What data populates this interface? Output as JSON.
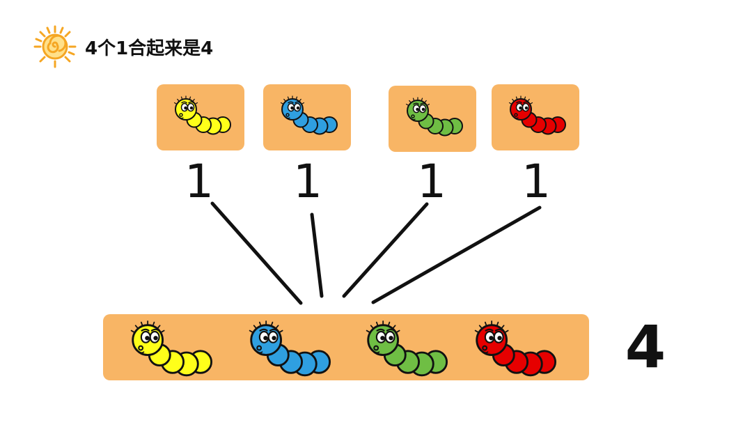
{
  "title": {
    "text": "4个1合起来是4",
    "icon": "sun-swirl-icon",
    "icon_color": "#f5a623"
  },
  "colors": {
    "card": "#f8b565",
    "line": "#111111"
  },
  "parts": [
    {
      "value": "1",
      "caterpillar": {
        "color": "#ffff1a",
        "name": "yellow"
      }
    },
    {
      "value": "1",
      "caterpillar": {
        "color": "#2f9fe0",
        "name": "blue"
      }
    },
    {
      "value": "1",
      "caterpillar": {
        "color": "#6fbe44",
        "name": "green"
      }
    },
    {
      "value": "1",
      "caterpillar": {
        "color": "#e60000",
        "name": "red"
      }
    }
  ],
  "total": {
    "value": "4",
    "caterpillars": [
      "yellow",
      "blue",
      "green",
      "red"
    ]
  }
}
